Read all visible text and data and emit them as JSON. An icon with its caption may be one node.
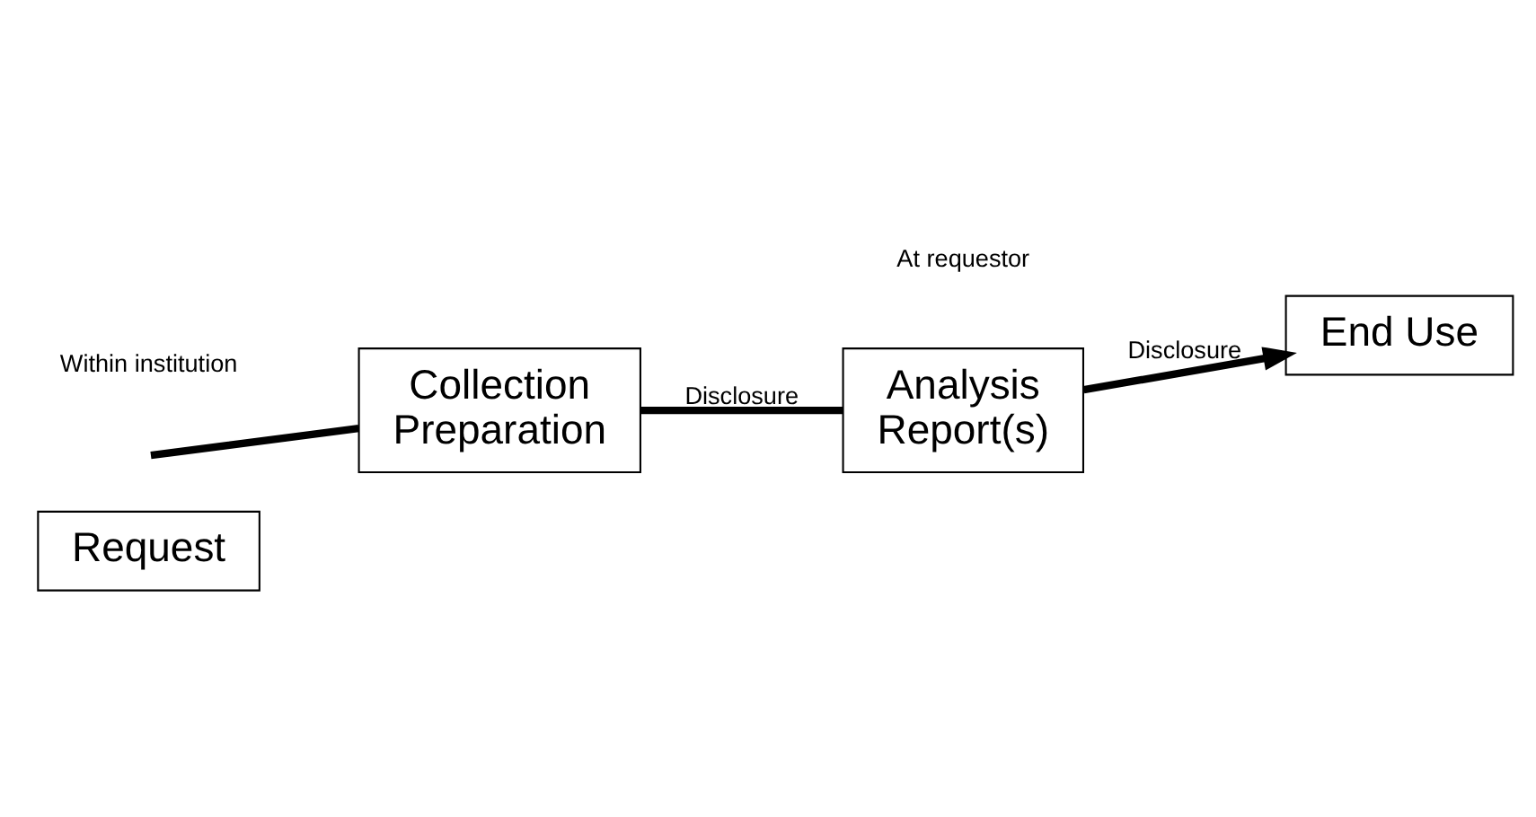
{
  "diagram": {
    "nodes": [
      {
        "text": [
          "Request"
        ]
      },
      {
        "text": [
          "Collection",
          "Preparation"
        ]
      },
      {
        "text": [
          "Analysis",
          "Report(s)"
        ]
      },
      {
        "text": [
          "End Use"
        ]
      }
    ],
    "edges": [
      {
        "from": null,
        "to": 1,
        "arrow": "none"
      },
      {
        "from": 1,
        "to": 2,
        "arrow": "none",
        "label": "Disclosure"
      },
      {
        "from": 2,
        "to": 3,
        "arrow": "to",
        "label": "Disclosure"
      }
    ],
    "labels": [
      "Within institution",
      "At requestor"
    ]
  }
}
